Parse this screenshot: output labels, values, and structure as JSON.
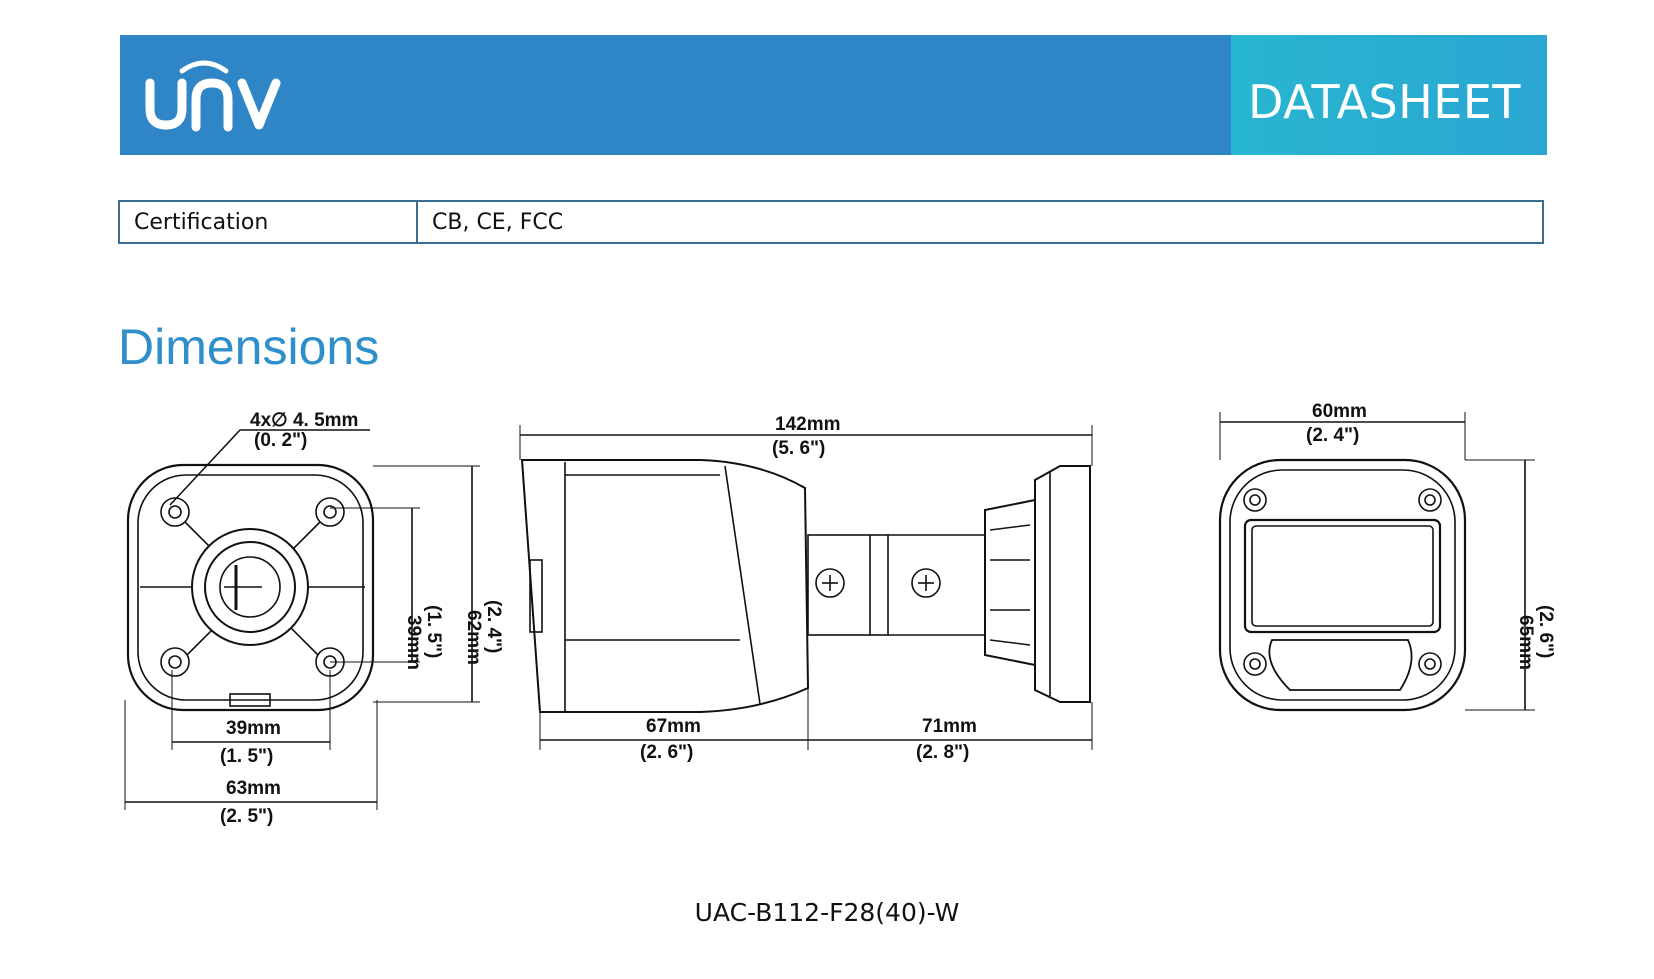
{
  "header": {
    "logo_text": "UNV",
    "label": "DATASHEET",
    "colors": {
      "banner": "#2f86c6",
      "accent": "#27b6cf"
    }
  },
  "spec_table": {
    "rows": [
      {
        "label": "Certification",
        "value": "CB, CE, FCC"
      }
    ]
  },
  "section": {
    "title": "Dimensions"
  },
  "dimensions": {
    "front_view": {
      "hole": "4x∅ 4. 5mm",
      "hole_in": "(0. 2\")",
      "inner_v": "39mm",
      "inner_v_in": "(1. 5\")",
      "outer_v": "62mm",
      "outer_v_in": "(2. 4\")",
      "inner_h": "39mm",
      "inner_h_in": "(1. 5\")",
      "outer_h": "63mm",
      "outer_h_in": "(2. 5\")"
    },
    "side_view": {
      "total": "142mm",
      "total_in": "(5. 6\")",
      "body": "67mm",
      "body_in": "(2. 6\")",
      "bracket": "71mm",
      "bracket_in": "(2. 8\")"
    },
    "rear_view": {
      "width": "60mm",
      "width_in": "(2. 4\")",
      "height": "65mm",
      "height_in": "(2. 6\")"
    }
  },
  "model": "UAC-B112-F28(40)-W"
}
